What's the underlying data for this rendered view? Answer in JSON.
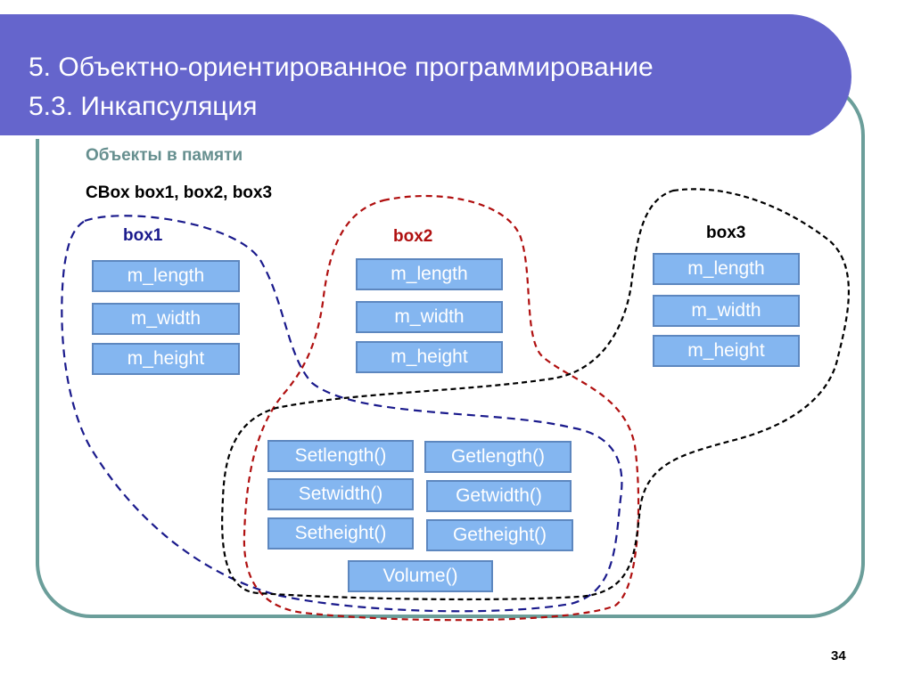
{
  "slide": {
    "title_line1": "5. Объектно-ориентированное программирование",
    "title_line2": "5.3. Инкапсуляция",
    "caption": "Объекты в памяти",
    "declaration": "CBox  box1, box2, box3",
    "page_number": "34"
  },
  "objects": {
    "box1": {
      "label": "box1",
      "color": "#1a1a8c",
      "fields": [
        "m_length",
        "m_width",
        "m_height"
      ]
    },
    "box2": {
      "label": "box2",
      "color": "#b01010",
      "fields": [
        "m_length",
        "m_width",
        "m_height"
      ]
    },
    "box3": {
      "label": "box3",
      "color": "#000000",
      "fields": [
        "m_length",
        "m_width",
        "m_height"
      ]
    }
  },
  "methods": [
    "Setlength()",
    "Getlength()",
    "Setwidth()",
    "Getwidth()",
    "Setheight()",
    "Getheight()",
    "Volume()"
  ],
  "colors": {
    "banner": "#6565cc",
    "frame": "#6b9e9a",
    "cell_fill": "#84b6f0",
    "cell_border": "#5d87bf",
    "box1_outline": "#1a1a8c",
    "box2_outline": "#b01010",
    "box3_outline": "#000000"
  }
}
